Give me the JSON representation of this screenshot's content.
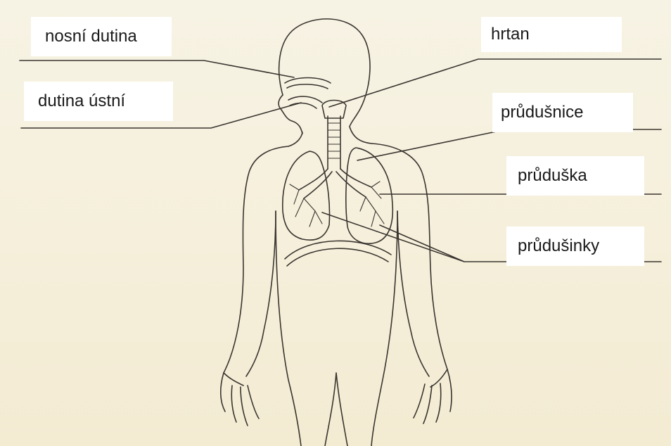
{
  "labels": {
    "nosni_dutina": "nosní dutina",
    "dutina_ustni": "dutina ústní",
    "hrtan": "hrtan",
    "prudusnice": "průdušnice",
    "pruduska": "průduška",
    "prudusinky": "průdušinky"
  },
  "colors": {
    "background": "#f6f1df",
    "line": "#3a3530",
    "label_bg": "#ffffff"
  }
}
